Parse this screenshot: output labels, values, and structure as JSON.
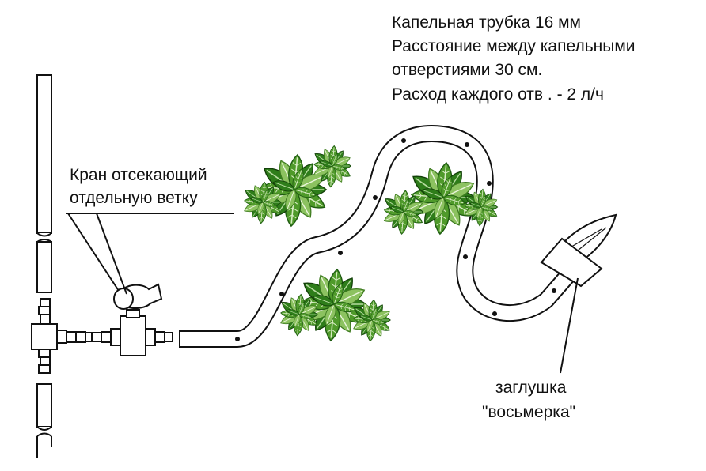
{
  "specs": {
    "line1": "Капельная трубка  16 мм",
    "line2": "Расстояние между капельными",
    "line3": "отверстиями 30 см.",
    "line4": "Расход каждого отв . - 2 л/ч"
  },
  "valve_label": {
    "line1": "Кран отсекающий",
    "line2": "отдельную ветку"
  },
  "plug_label": {
    "line1": "заглушка",
    "line2": "\"восьмерка\""
  },
  "colors": {
    "ink": "#111111",
    "pipe_fill": "#ffffff",
    "leaf_dark": "#2e7d1a",
    "leaf_mid": "#4f9a2a",
    "leaf_light": "#8cc260",
    "leaf_vein": "#d8ecc4"
  },
  "icons": [
    "main-pipe-icon",
    "tee-fitting-icon",
    "shutoff-valve-icon",
    "drip-tube-icon",
    "strawberry-plant-icon",
    "figure-eight-plug-icon"
  ]
}
